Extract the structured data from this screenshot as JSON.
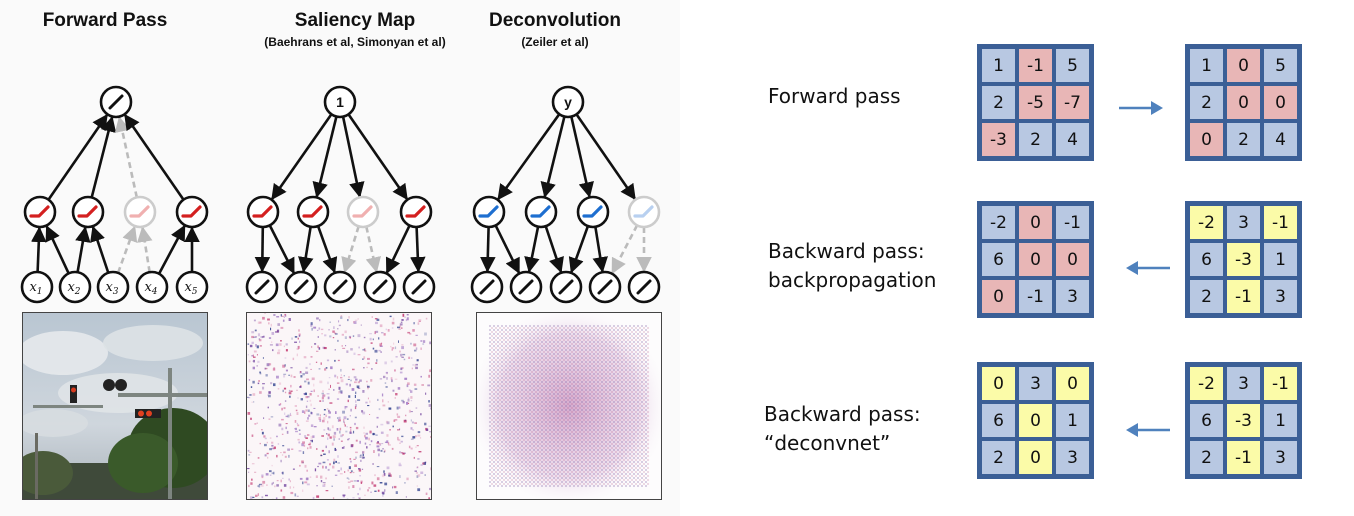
{
  "left": {
    "panels": [
      {
        "title": "Forward Pass",
        "subtitle": ""
      },
      {
        "title": "Saliency Map",
        "subtitle": "(Baehrans et al, Simonyan et al)"
      },
      {
        "title": "Deconvolution",
        "subtitle": "(Zeiler et al)"
      }
    ],
    "saliency_top_node": "1",
    "deconv_top_node": "y",
    "inputs": [
      "x1",
      "x2",
      "x3",
      "x4",
      "x5"
    ]
  },
  "right": {
    "rows": [
      {
        "label_lines": [
          "Forward pass"
        ],
        "arrow": "right",
        "grid_left": [
          [
            "1",
            "-1",
            "5"
          ],
          [
            "2",
            "-5",
            "-7"
          ],
          [
            "-3",
            "2",
            "4"
          ]
        ],
        "grid_left_colors": [
          [
            "b",
            "r",
            "b"
          ],
          [
            "b",
            "r",
            "r"
          ],
          [
            "r",
            "b",
            "b"
          ]
        ],
        "grid_right": [
          [
            "1",
            "0",
            "5"
          ],
          [
            "2",
            "0",
            "0"
          ],
          [
            "0",
            "2",
            "4"
          ]
        ],
        "grid_right_colors": [
          [
            "b",
            "r",
            "b"
          ],
          [
            "b",
            "r",
            "r"
          ],
          [
            "r",
            "b",
            "b"
          ]
        ]
      },
      {
        "label_lines": [
          "Backward pass:",
          "backpropagation"
        ],
        "arrow": "left",
        "grid_left": [
          [
            "-2",
            "0",
            "-1"
          ],
          [
            "6",
            "0",
            "0"
          ],
          [
            "0",
            "-1",
            "3"
          ]
        ],
        "grid_left_colors": [
          [
            "b",
            "r",
            "b"
          ],
          [
            "b",
            "r",
            "r"
          ],
          [
            "r",
            "b",
            "b"
          ]
        ],
        "grid_right": [
          [
            "-2",
            "3",
            "-1"
          ],
          [
            "6",
            "-3",
            "1"
          ],
          [
            "2",
            "-1",
            "3"
          ]
        ],
        "grid_right_colors": [
          [
            "y",
            "b",
            "y"
          ],
          [
            "b",
            "y",
            "b"
          ],
          [
            "b",
            "y",
            "b"
          ]
        ]
      },
      {
        "label_lines": [
          "Backward pass:",
          "“deconvnet”"
        ],
        "arrow": "left",
        "grid_left": [
          [
            "0",
            "3",
            "0"
          ],
          [
            "6",
            "0",
            "1"
          ],
          [
            "2",
            "0",
            "3"
          ]
        ],
        "grid_left_colors": [
          [
            "y",
            "b",
            "y"
          ],
          [
            "b",
            "y",
            "b"
          ],
          [
            "b",
            "y",
            "b"
          ]
        ],
        "grid_right": [
          [
            "-2",
            "3",
            "-1"
          ],
          [
            "6",
            "-3",
            "1"
          ],
          [
            "2",
            "-1",
            "3"
          ]
        ],
        "grid_right_colors": [
          [
            "y",
            "b",
            "y"
          ],
          [
            "b",
            "y",
            "b"
          ],
          [
            "b",
            "y",
            "b"
          ]
        ]
      }
    ],
    "colors": {
      "b": "#b8c8e2",
      "r": "#e8b6b6",
      "y": "#fbfba8",
      "border": "#3b5f96",
      "arrow": "#4f81bd"
    }
  }
}
